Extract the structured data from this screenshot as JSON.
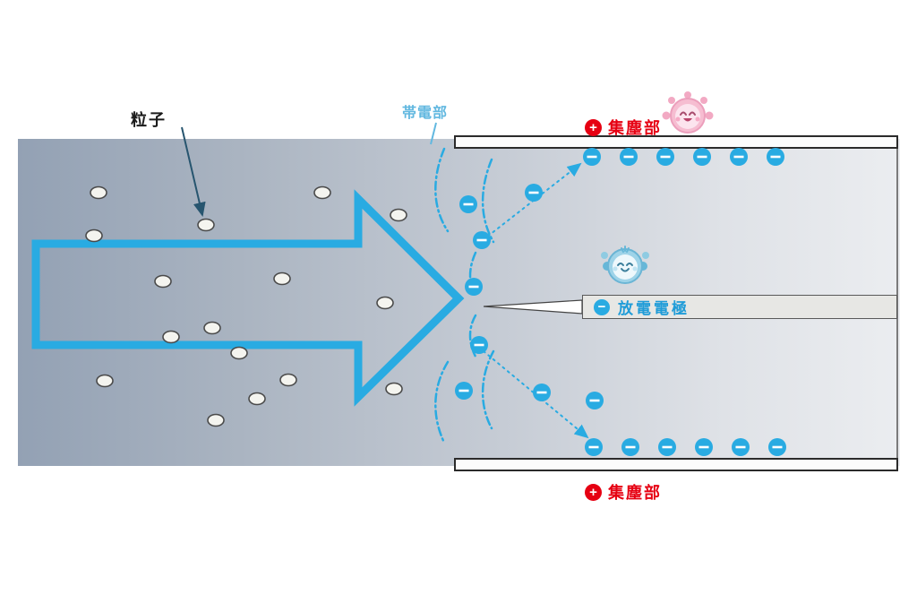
{
  "labels": {
    "particle": "粒子",
    "charging_section": "帯電部",
    "collecting_section_top": "集塵部",
    "collecting_section_bottom": "集塵部",
    "discharge_electrode": "放電電極"
  },
  "symbols": {
    "plus": "+",
    "minus": "−"
  },
  "colors": {
    "accent_blue": "#29abe2",
    "charging_label_blue": "#62b8e0",
    "collecting_red": "#e60012",
    "electrode_text_blue": "#1f9cd8",
    "duct_gradient_left": "#93a1b4",
    "duct_gradient_right": "#ebedf0"
  }
}
